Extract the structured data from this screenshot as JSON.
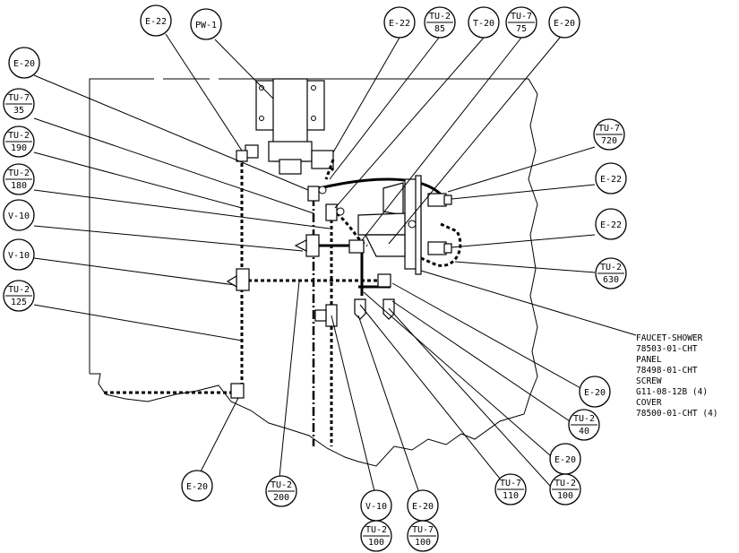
{
  "callouts": [
    {
      "id": "c1",
      "top": "E-22"
    },
    {
      "id": "c2",
      "top": "PW-1"
    },
    {
      "id": "c3",
      "top": "E-22"
    },
    {
      "id": "c4",
      "top": "TU-2",
      "bottom": "85"
    },
    {
      "id": "c5",
      "top": "T-20"
    },
    {
      "id": "c6",
      "top": "TU-7",
      "bottom": "75"
    },
    {
      "id": "c7",
      "top": "E-20"
    },
    {
      "id": "c8",
      "top": "E-20"
    },
    {
      "id": "c9",
      "top": "TU-7",
      "bottom": "35"
    },
    {
      "id": "c10",
      "top": "TU-2",
      "bottom": "190"
    },
    {
      "id": "c11",
      "top": "TU-2",
      "bottom": "180"
    },
    {
      "id": "c12",
      "top": "V-10"
    },
    {
      "id": "c13",
      "top": "V-10"
    },
    {
      "id": "c14",
      "top": "TU-2",
      "bottom": "125"
    },
    {
      "id": "c15",
      "top": "TU-7",
      "bottom": "720"
    },
    {
      "id": "c16",
      "top": "E-22"
    },
    {
      "id": "c17",
      "top": "E-22"
    },
    {
      "id": "c18",
      "top": "TU-2",
      "bottom": "630"
    },
    {
      "id": "c19",
      "top": "E-20"
    },
    {
      "id": "c20",
      "top": "TU-2",
      "bottom": "40"
    },
    {
      "id": "c21",
      "top": "E-20"
    },
    {
      "id": "c22",
      "top": "TU-2",
      "bottom": "100"
    },
    {
      "id": "c23",
      "top": "TU-7",
      "bottom": "110"
    },
    {
      "id": "c24",
      "top": "E-20"
    },
    {
      "id": "c25",
      "top": "TU-2",
      "bottom": "200"
    },
    {
      "id": "c26",
      "top": "V-10"
    },
    {
      "id": "c27",
      "top": "TU-2",
      "bottom": "100"
    },
    {
      "id": "c28",
      "top": "E-20"
    },
    {
      "id": "c29",
      "top": "TU-7",
      "bottom": "100"
    }
  ],
  "parts_note": [
    "FAUCET-SHOWER",
    "78503-01-CHT",
    "PANEL",
    "78498-01-CHT",
    "SCREW",
    "G11-08-12B (4)",
    "COVER",
    "78500-01-CHT (4)"
  ]
}
